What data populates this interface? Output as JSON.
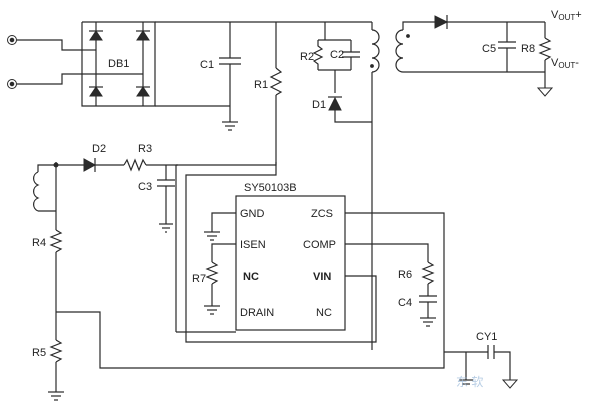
{
  "labels": {
    "db1": "DB1",
    "c1": "C1",
    "r1": "R1",
    "r2": "R2",
    "c2": "C2",
    "d1": "D1",
    "c5": "C5",
    "r8": "R8",
    "vout_plus_main": "V",
    "vout_plus_sub": "OUT",
    "vout_plus_sign": "+",
    "vout_minus_main": "V",
    "vout_minus_sub": "OUT",
    "vout_minus_sign": "-",
    "d2": "D2",
    "r3": "R3",
    "c3": "C3",
    "r4": "R4",
    "r5": "R5",
    "r7": "R7",
    "r6": "R6",
    "c4": "C4",
    "cy1": "CY1"
  },
  "ic": {
    "name": "SY50103B",
    "pins": {
      "gnd": "GND",
      "isen": "ISEN",
      "nc_left": "NC",
      "drain": "DRAIN",
      "zcs": "ZCS",
      "comp": "COMP",
      "vin": "VIN",
      "nc_right": "NC"
    }
  },
  "watermark": "东 软"
}
